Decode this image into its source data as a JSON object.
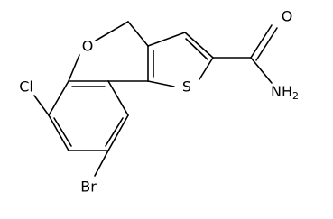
{
  "structure": {
    "atoms": {
      "oxygen_ring": "O",
      "sulfur": "S",
      "chlorine": "Cl",
      "bromine": "Br",
      "carbonyl_oxygen": "O",
      "amide_nitrogen": "NH",
      "amide_h_count": "2"
    }
  }
}
